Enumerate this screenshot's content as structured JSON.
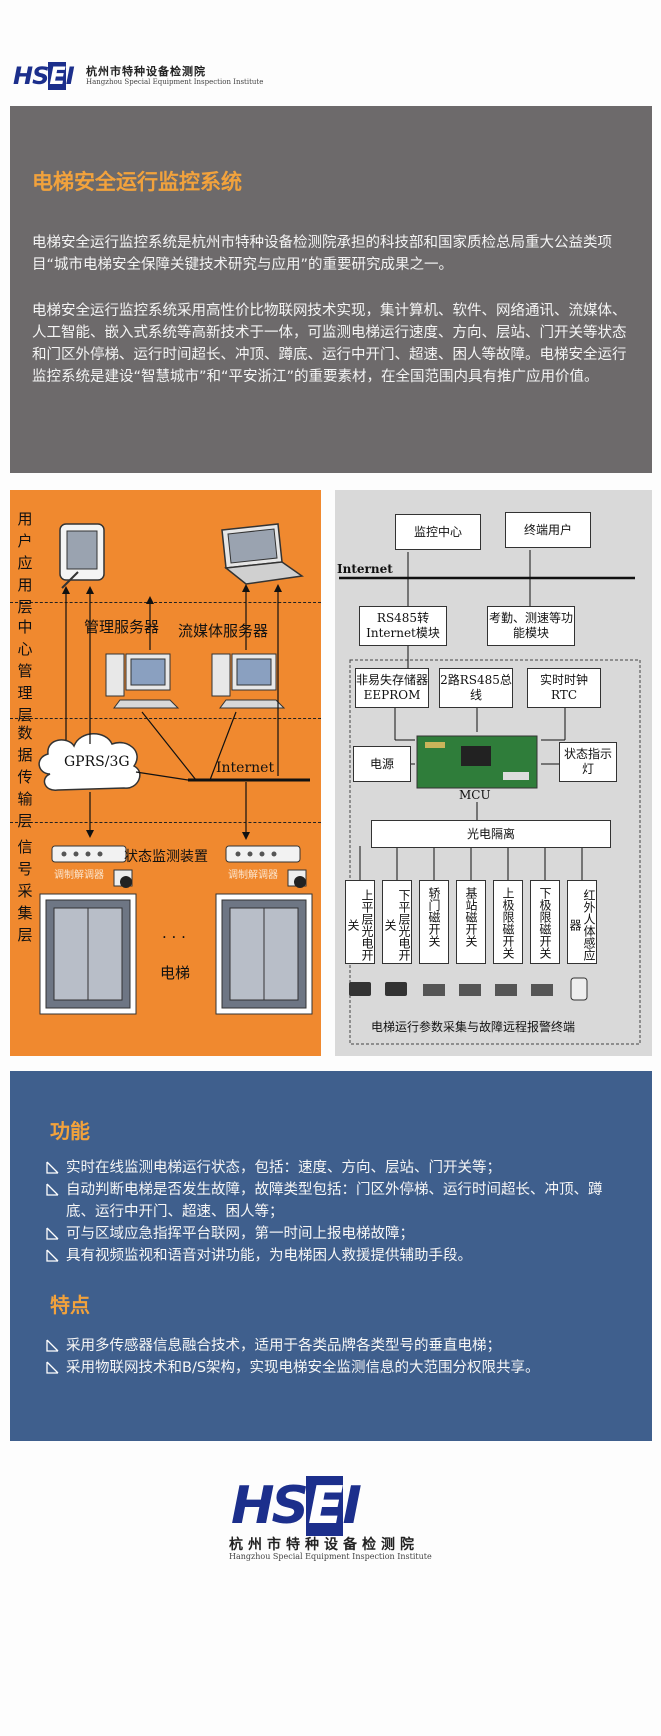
{
  "header": {
    "logo_mark": "HSEI",
    "logo_cn": "杭州市特种设备检测院",
    "logo_en": "Hangzhou Special Equipment Inspection Institute"
  },
  "intro": {
    "title": "电梯安全运行监控系统",
    "paragraph1": "电梯安全运行监控系统是杭州市特种设备检测院承担的科技部和国家质检总局重大公益类项目“城市电梯安全保障关键技术研究与应用”的重要研究成果之一。",
    "paragraph2": "电梯安全运行监控系统采用高性价比物联网技术实现，集计算机、软件、网络通讯、流媒体、人工智能、嵌入式系统等高新技术于一体，可监测电梯运行速度、方向、层站、门开关等状态和门区外停梯、运行时间超长、冲顶、蹲底、运行中开门、超速、困人等故障。电梯安全运行监控系统是建设“智慧城市”和“平安浙江”的重要素材，在全国范围内具有推广应用价值。"
  },
  "architecture": {
    "layers": [
      "用户应用层",
      "中心管理层",
      "数据传输层",
      "信号采集层"
    ],
    "mgmt_server": "管理服务器",
    "media_server": "流媒体服务器",
    "gprs": "GPRS/3G",
    "internet": "Internet",
    "monitor_device": "状态监测装置",
    "modem1": "调制解调器",
    "modem2": "调制解调器",
    "elevator": "电梯",
    "ellipsis": "· · ·"
  },
  "terminal": {
    "monitor_center": "监控中心",
    "end_user": "终端用户",
    "internet": "Internet",
    "rs485_module": "RS485转Internet模块",
    "attendance_module": "考勤、测速等功能模块",
    "eeprom": "非易失存储器EEPROM",
    "rs485_bus": "2路RS485总线",
    "rtc": "实时时钟RTC",
    "power": "电源",
    "mcu": "MCU",
    "indicator": "状态指示灯",
    "isolation": "光电隔离",
    "sensors": [
      "上平层光电开关",
      "下平层光电开关",
      "轿门磁开关",
      "基站磁开关",
      "上极限磁开关",
      "下极限磁开关",
      "红外人体感应器"
    ],
    "caption": "电梯运行参数采集与故障远程报警终端"
  },
  "functions": {
    "heading": "功能",
    "items": [
      "实时在线监测电梯运行状态，包括：速度、方向、层站、门开关等；",
      "自动判断电梯是否发生故障，故障类型包括：门区外停梯、运行时间超长、冲顶、蹲底、运行中开门、超速、困人等；",
      "可与区域应急指挥平台联网，第一时间上报电梯故障；",
      "具有视频监视和语音对讲功能，为电梯困人救援提供辅助手段。"
    ]
  },
  "features": {
    "heading": "特点",
    "items": [
      "采用多传感器信息融合技术，适用于各类品牌各类型号的垂直电梯；",
      "采用物联网技术和B/S架构，实现电梯安全监测信息的大范围分权限共享。"
    ]
  },
  "footer": {
    "logo_mark": "HSEI",
    "logo_cn": "杭州市特种设备检测院",
    "logo_en": "Hangzhou Special Equipment Inspection Institute"
  },
  "colors": {
    "brand_blue": "#1c2f8c",
    "accent_orange": "#f2a23c",
    "intro_bg": "#6d6a6b",
    "diagram_orange": "#f0892f",
    "feature_bg": "#3f5f8d"
  }
}
